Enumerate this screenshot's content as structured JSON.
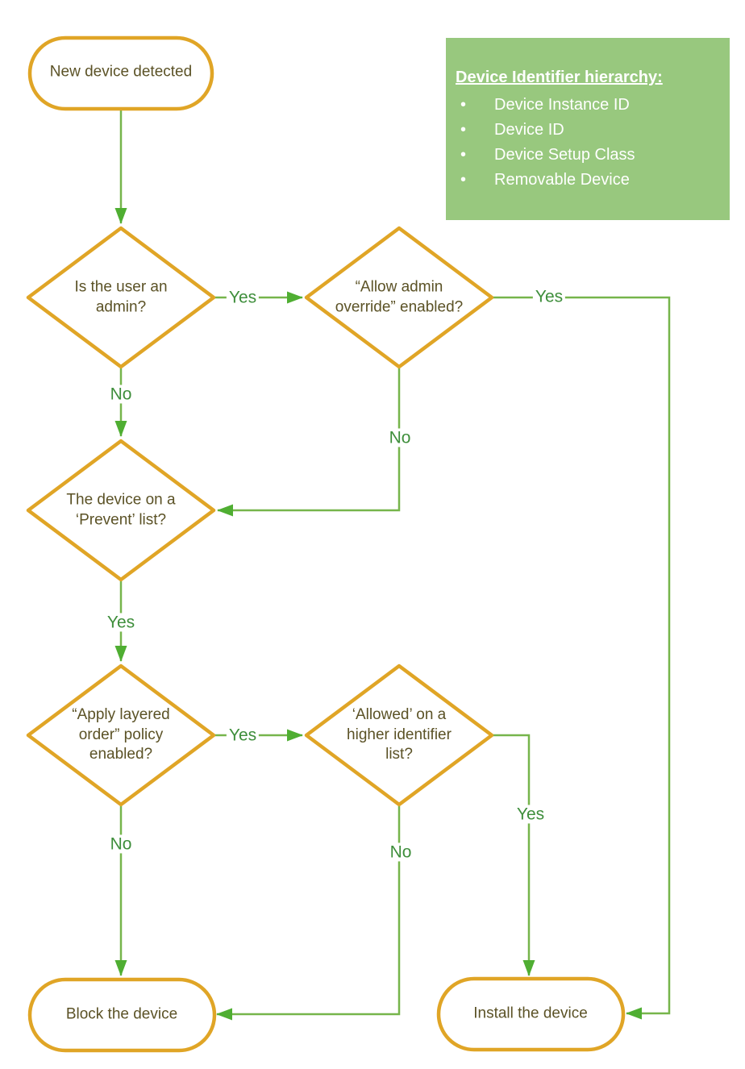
{
  "diagram": {
    "nodes": {
      "start": {
        "label": "New device detected"
      },
      "admin": {
        "label": "Is the user an admin?"
      },
      "override": {
        "label": "“Allow admin override” enabled?"
      },
      "prevent": {
        "label": "The device on a ‘Prevent’ list?"
      },
      "layered": {
        "label": "“Apply layered order” policy enabled?"
      },
      "higher": {
        "label": "‘Allowed’ on a higher identifier list?"
      },
      "block": {
        "label": "Block the device"
      },
      "install": {
        "label": "Install the device"
      }
    },
    "edge_labels": {
      "admin_yes": "Yes",
      "admin_no": "No",
      "override_yes": "Yes",
      "override_no": "No",
      "prevent_yes": "Yes",
      "layered_yes": "Yes",
      "layered_no": "No",
      "higher_yes": "Yes",
      "higher_no": "No"
    },
    "info_box": {
      "title": "Device Identifier hierarchy:",
      "items": [
        "Device Instance ID",
        "Device ID",
        "Device Setup Class",
        "Removable Device"
      ]
    },
    "colors": {
      "node_border": "#E0A526",
      "connector": "#76B54B",
      "arrowhead": "#4FAE32",
      "edge_label_text": "#3E8E3B",
      "node_text": "#5B5226",
      "info_box_bg": "#98C87E",
      "info_box_text": "#FFFFFF"
    }
  }
}
